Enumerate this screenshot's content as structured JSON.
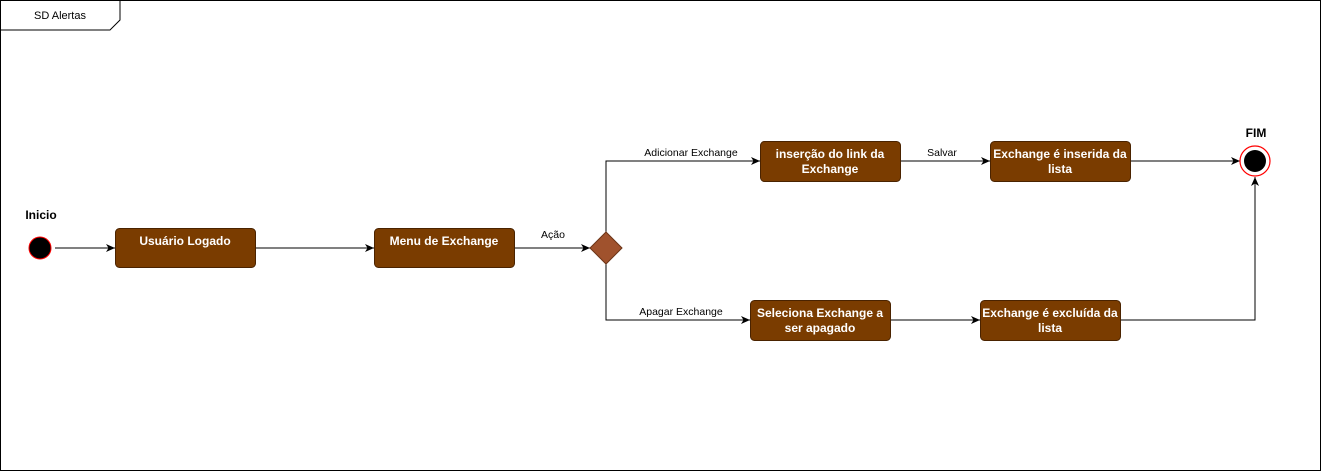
{
  "frame": {
    "title": "SD Alertas"
  },
  "start": {
    "label": "Inicio"
  },
  "end": {
    "label": "FIM"
  },
  "nodes": {
    "usuario_logado": {
      "line1": "Usuário Logado"
    },
    "menu_exchange": {
      "line1": "Menu de Exchange"
    },
    "insercao_link": {
      "line1": "inserção do link da",
      "line2": "Exchange"
    },
    "exchange_inserida": {
      "line1": "Exchange é inserida da",
      "line2": "lista"
    },
    "seleciona_exchange": {
      "line1": "Seleciona Exchange a",
      "line2": "ser apagado"
    },
    "exchange_excluida": {
      "line1": "Exchange é excluída da",
      "line2": "lista"
    }
  },
  "edges": {
    "acao": "Ação",
    "adicionar": "Adicionar Exchange",
    "salvar": "Salvar",
    "apagar": "Apagar Exchange"
  },
  "colors": {
    "action_fill": "#7a3c00",
    "decision_fill": "#a0522d",
    "node_ring": "#ff0000"
  }
}
